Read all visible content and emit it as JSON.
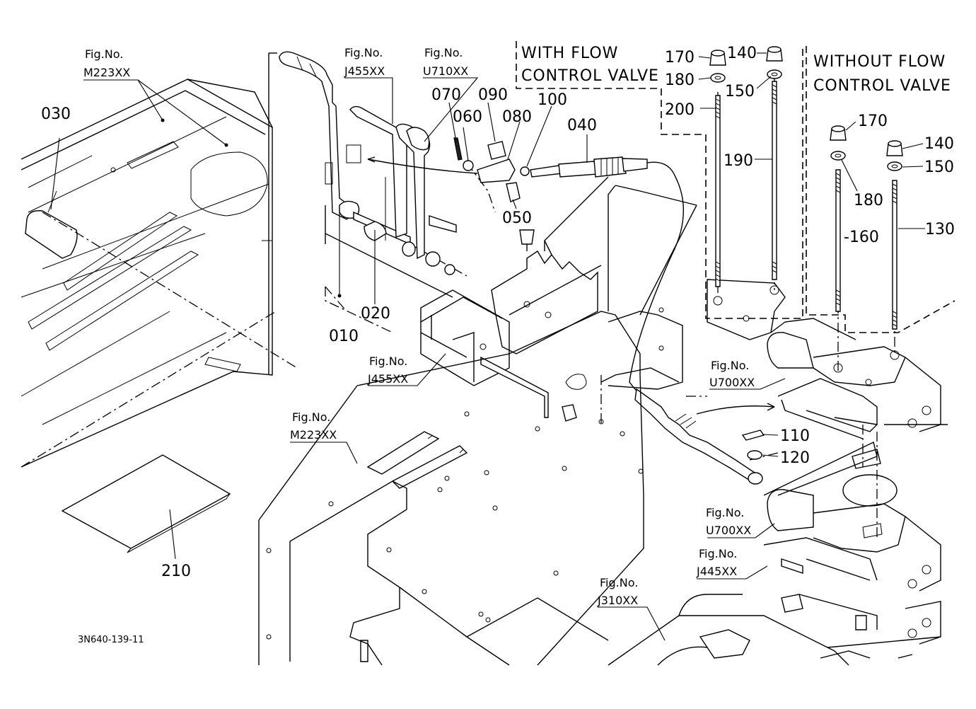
{
  "diagram": {
    "part_numbers": {
      "p010": "010",
      "p020": "020",
      "p030": "030",
      "p040": "040",
      "p050": "050",
      "p060": "060",
      "p070": "070",
      "p080": "080",
      "p090": "090",
      "p100": "100",
      "p110": "110",
      "p120": "120",
      "p130": "130",
      "p140a": "140",
      "p140b": "140",
      "p150a": "150",
      "p150b": "150",
      "p160": "-160",
      "p170a": "170",
      "p170b": "170",
      "p180a": "180",
      "p180b": "180",
      "p190": "190",
      "p200": "200",
      "p210": "210"
    },
    "figure_refs": {
      "fig_label": "Fig.No.",
      "m223_top": "M223XX",
      "j455_top": "J455XX",
      "u710": "U710XX",
      "j455_mid": "J455XX",
      "m223_mid": "M223XX",
      "u700_top": "U700XX",
      "u700_bottom": "U700XX",
      "j445": "J445XX",
      "j310": "J310XX"
    },
    "notes": {
      "with_flow_line1": "WITH FLOW",
      "with_flow_line2": "CONTROL VALVE",
      "without_flow_line1": "WITHOUT FLOW",
      "without_flow_line2": "CONTROL VALVE"
    },
    "drawing_code": "3N640-139-11"
  }
}
